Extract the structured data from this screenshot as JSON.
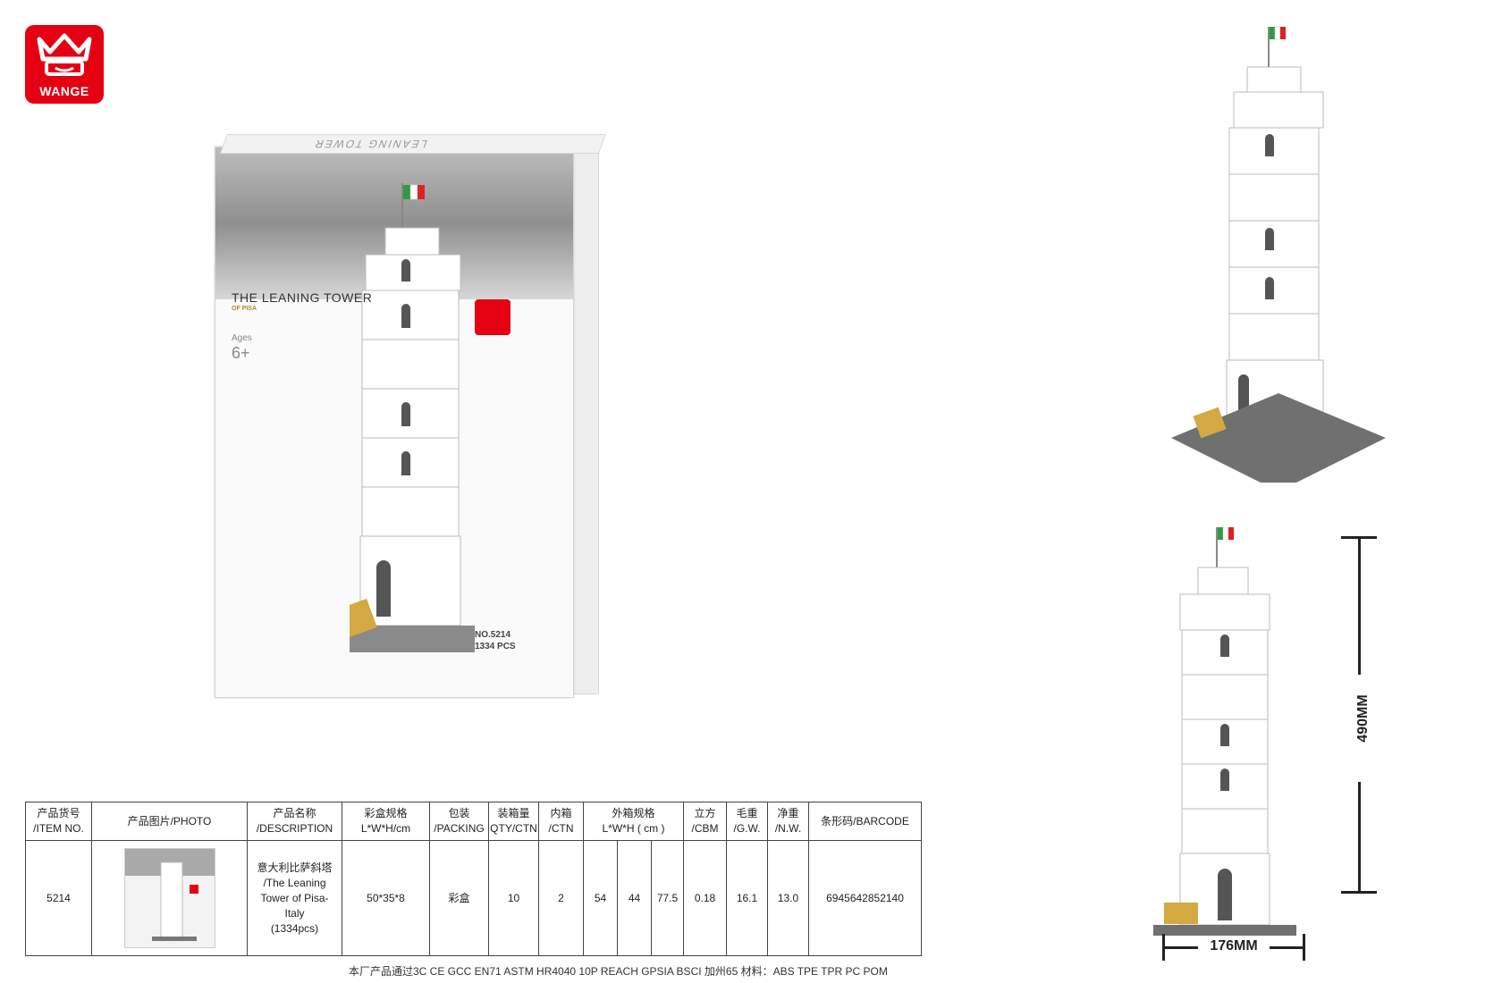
{
  "brand": {
    "name": "WANGE",
    "color": "#e50012"
  },
  "box": {
    "top_text": "LEANING TOWER",
    "title": "THE LEANING TOWER",
    "subtitle": "OF PISA",
    "ages_label": "Ages",
    "ages_value": "6+",
    "number": "NO.5214",
    "pieces": "1334 PCS"
  },
  "dimensions": {
    "height": "490MM",
    "width": "176MM"
  },
  "table": {
    "headers": [
      {
        "cn": "产品货号",
        "en": "/ITEM NO."
      },
      {
        "cn": "产品图片/PHOTO",
        "en": ""
      },
      {
        "cn": "产品名称",
        "en": "/DESCRIPTION"
      },
      {
        "cn": "彩盒规格",
        "en": "L*W*H/cm"
      },
      {
        "cn": "包装",
        "en": "/PACKING"
      },
      {
        "cn": "装箱量",
        "en": "QTY/CTN"
      },
      {
        "cn": "内箱",
        "en": "/CTN"
      },
      {
        "cn": "外箱规格",
        "en": "L*W*H ( cm )"
      },
      {
        "cn": "立方",
        "en": "/CBM"
      },
      {
        "cn": "毛重",
        "en": "/G.W."
      },
      {
        "cn": "净重",
        "en": "/N.W."
      },
      {
        "cn": "条形码/BARCODE",
        "en": ""
      }
    ],
    "row": {
      "item_no": "5214",
      "desc_lines": [
        "意大利比萨斜塔",
        "/The Leaning",
        "Tower of Pisa-",
        "Italy",
        "(1334pcs)"
      ],
      "box_size": "50*35*8",
      "packing": "彩盒",
      "qty": "10",
      "inner": "2",
      "outer_l": "54",
      "outer_w": "44",
      "outer_h": "77.5",
      "cbm": "0.18",
      "gw": "16.1",
      "nw": "13.0",
      "barcode": "6945642852140"
    },
    "note": "本厂产品通过3C CE GCC EN71 ASTM HR4040 10P REACH GPSIA BSCI 加州65 材料：ABS TPE TPR PC POM"
  }
}
